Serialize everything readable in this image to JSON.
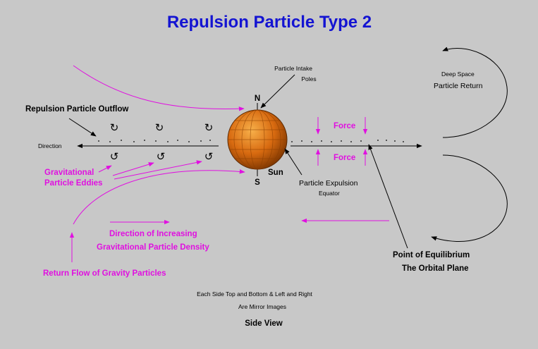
{
  "title": "Repulsion Particle Type 2",
  "labels": {
    "outflow": "Repulsion Particle Outflow",
    "direction": "Direction",
    "eddies_line1": "Gravitational",
    "eddies_line2": "Particle Eddies",
    "intake_line1": "Particle Intake",
    "intake_line2": "Poles",
    "north": "N",
    "south": "S",
    "sun": "Sun",
    "expulsion_line1": "Particle Expulsion",
    "expulsion_line2": "Equator",
    "force_top": "Force",
    "force_bottom": "Force",
    "deep_space_line1": "Deep Space",
    "deep_space_line2": "Particle Return",
    "density_line1": "Direction of Increasing",
    "density_line2": "Gravitational Particle Density",
    "return_flow": "Return Flow of Gravity Particles",
    "equilibrium": "Point of Equilibrium",
    "orbital_plane": "The Orbital Plane",
    "mirror_line1": "Each Side Top and Bottom & Left and Right",
    "mirror_line2": "Are Mirror Images",
    "view": "Side View"
  },
  "colors": {
    "background": "#c8c8c8",
    "title": "#1414d2",
    "magenta": "#e010e0",
    "sun_light": "#f0a040",
    "sun_dark": "#7a3400"
  },
  "icons": {
    "eddy_clockwise": "↻",
    "eddy_counterclockwise": "↺"
  }
}
